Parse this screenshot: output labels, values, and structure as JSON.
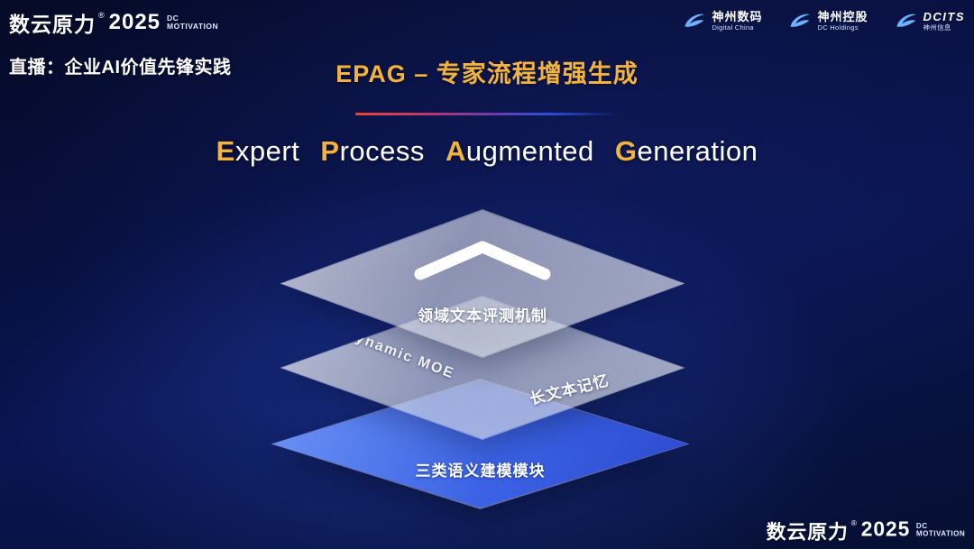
{
  "brand": {
    "name": "数云原力",
    "reg": "®",
    "year": "2025",
    "tag_top": "DC",
    "tag_bottom": "MOTIVATION"
  },
  "header": {
    "live_label": "直播：企业AI价值先锋实践",
    "title": "EPAG – 专家流程增强生成"
  },
  "logos": [
    {
      "line1": "神州数码",
      "line2": "Digital China"
    },
    {
      "line1": "神州控股",
      "line2": "DC Holdings"
    },
    {
      "line1": "DCITS",
      "line2": "神州信息"
    }
  ],
  "subtitle": {
    "words": [
      {
        "lead": "E",
        "rest": "xpert"
      },
      {
        "lead": "P",
        "rest": "rocess"
      },
      {
        "lead": "A",
        "rest": "ugmented"
      },
      {
        "lead": "G",
        "rest": "eneration"
      }
    ]
  },
  "diagram": {
    "top_label": "领域文本评测机制",
    "middle_left_label": "Dynamic MOE",
    "middle_right_label": "长文本记忆",
    "bottom_label": "三类语义建模模块"
  },
  "colors": {
    "accent_gold": "#f2b43e",
    "background_navy": "#081143",
    "layer_blue": "#3a62e8"
  }
}
